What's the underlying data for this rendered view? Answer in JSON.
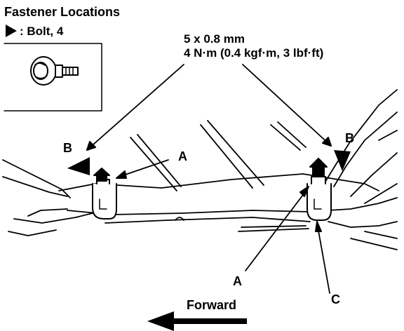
{
  "title": "Fastener Locations",
  "legend": {
    "symbol_icon": "filled-triangle-icon",
    "text": ": Bolt, 4"
  },
  "spec": {
    "size": "5 x 0.8 mm",
    "torque": "4 N·m (0.4 kgf·m, 3 lbf·ft)"
  },
  "callouts": {
    "b_left": "B",
    "b_right": "B",
    "a_top": "A",
    "a_bottom": "A",
    "c": "C"
  },
  "direction": {
    "label": "Forward",
    "icon": "arrow-left-icon"
  }
}
